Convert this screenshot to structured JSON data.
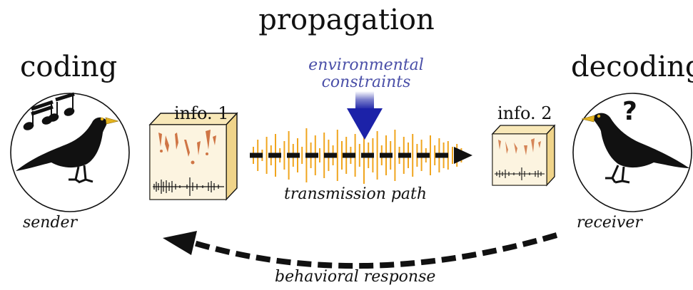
{
  "title": "propagation",
  "left": {
    "heading": "coding",
    "role": "sender"
  },
  "right": {
    "heading": "decoding",
    "role": "receiver",
    "symbol": "?"
  },
  "environment": {
    "line1": "environmental",
    "line2": "constraints"
  },
  "info_left": "info. 1",
  "info_right": "info. 2",
  "transmission": "transmission path",
  "response": "behavioral response",
  "colors": {
    "constraint": "#4a4fa8",
    "signal": "#f0a51e",
    "spectrogram": "#c8602a",
    "box": "#f6e0a6"
  }
}
